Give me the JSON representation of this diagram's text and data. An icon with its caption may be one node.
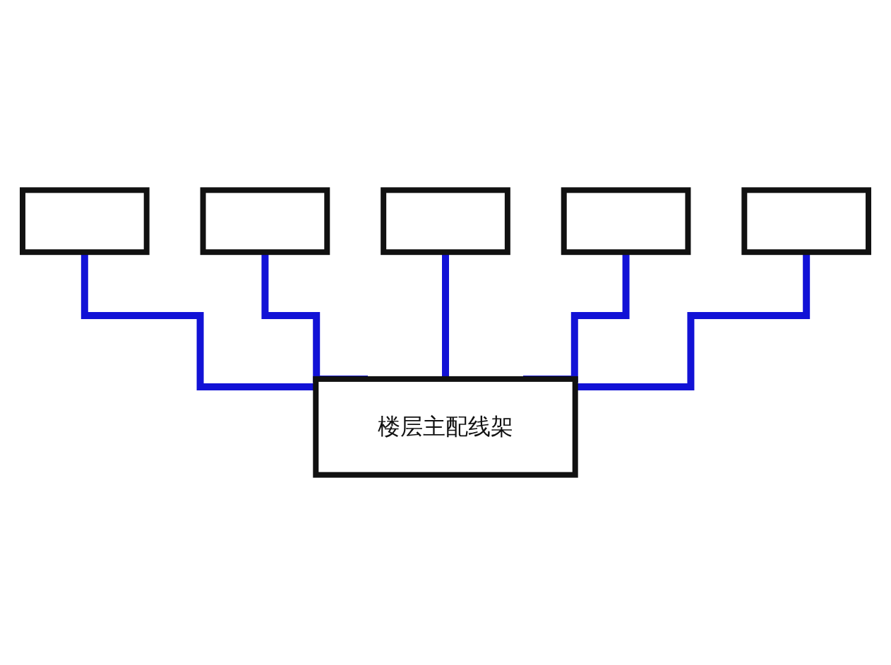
{
  "diagram": {
    "nodes": [
      {
        "text": [],
        "shape": "box"
      },
      {
        "text": [],
        "shape": "box"
      },
      {
        "text": [],
        "shape": "box"
      },
      {
        "text": [],
        "shape": "box"
      },
      {
        "text": [],
        "shape": "box"
      },
      {
        "text": [
          "楼层主配线架"
        ]
      }
    ],
    "edges": [
      {
        "from": 0,
        "to": 5,
        "arrow": "none"
      },
      {
        "from": 1,
        "to": 5,
        "arrow": "none"
      },
      {
        "from": 2,
        "to": 5,
        "arrow": "none"
      },
      {
        "from": 3,
        "to": 5,
        "arrow": "none"
      },
      {
        "from": 4,
        "to": 5,
        "arrow": "none"
      }
    ]
  }
}
